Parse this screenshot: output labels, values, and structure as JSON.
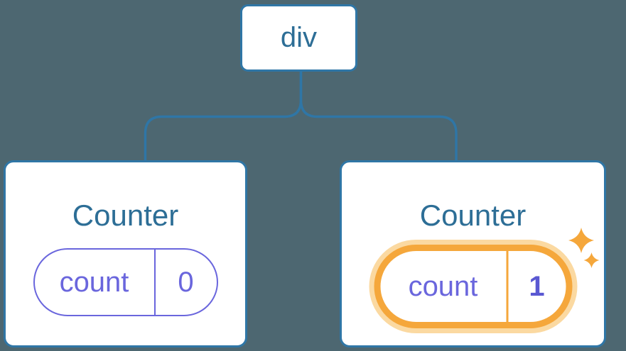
{
  "diagram": {
    "root": {
      "label": "div"
    },
    "children": [
      {
        "title": "Counter",
        "state": {
          "key": "count",
          "value": "0"
        },
        "highlighted": false
      },
      {
        "title": "Counter",
        "state": {
          "key": "count",
          "value": "1"
        },
        "highlighted": true
      }
    ]
  },
  "icons": {
    "sparkles": "four-point-star-sparkles"
  },
  "colors": {
    "bg": "#4D6771",
    "line-blue": "#2F76A6",
    "text-blue": "#2D6E96",
    "card-bg": "#FFFFFF",
    "state-purple": "#6A66DD",
    "state-value-purple": "#5A58D2",
    "highlight-orange": "#F5A73B",
    "highlight-glow": "#FBD9A1"
  }
}
